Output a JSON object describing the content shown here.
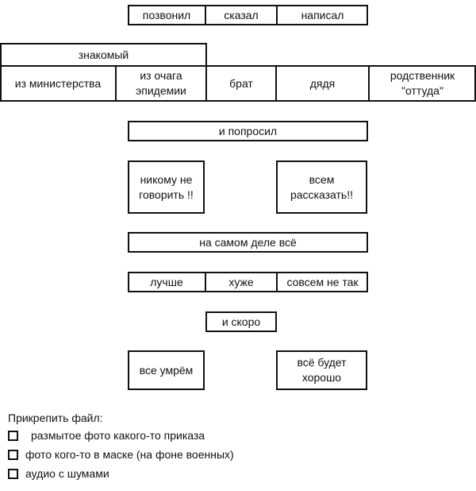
{
  "row1": [
    "позвонил",
    "сказал",
    "написал"
  ],
  "header_cell": "знакомый",
  "row2": [
    "из министерства",
    "из очага\nэпидемии",
    "брат",
    "дядя",
    "родственник\n\"оттуда\""
  ],
  "asked": "и попросил",
  "choice_left": "никому не\nговорить !!",
  "choice_right": "всем\nрассказать!!",
  "actually": "на самом деле всё",
  "row3": [
    "лучше",
    "хуже",
    "совсем не так"
  ],
  "soon": "и скоро",
  "final_left": "все умрём",
  "final_right": "всё будет\nхорошо",
  "attach": {
    "title": "Прикрепить файл:",
    "options": [
      "размытое фото какого-то приказа",
      "фото кого-то в маске (на фоне военных)",
      "аудио с шумами"
    ]
  }
}
